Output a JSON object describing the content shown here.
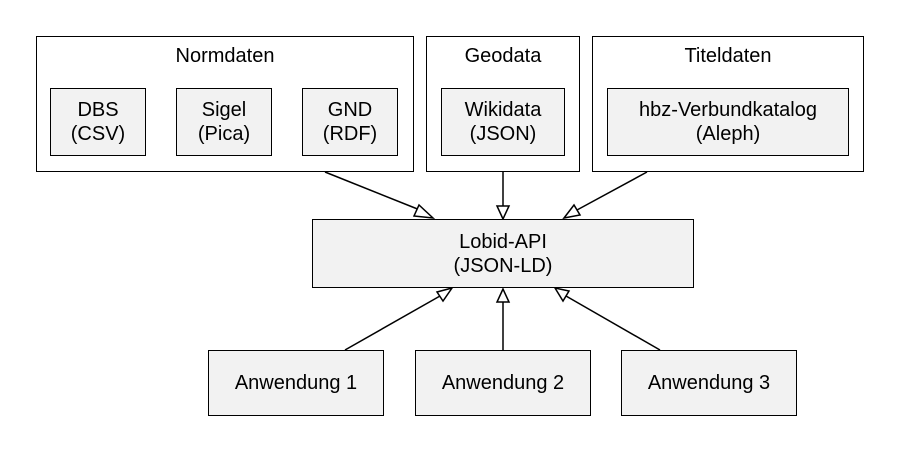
{
  "clusters": {
    "normdaten": "Normdaten",
    "geodata": "Geodata",
    "titeldaten": "Titeldaten"
  },
  "sources": {
    "dbs": {
      "name": "DBS",
      "format": "(CSV)"
    },
    "sigel": {
      "name": "Sigel",
      "format": "(Pica)"
    },
    "gnd": {
      "name": "GND",
      "format": "(RDF)"
    },
    "wikidata": {
      "name": "Wikidata",
      "format": "(JSON)"
    },
    "hbz": {
      "name": "hbz-Verbundkatalog",
      "format": "(Aleph)"
    }
  },
  "api": {
    "name": "Lobid-API",
    "format": "(JSON-LD)"
  },
  "apps": [
    "Anwendung 1",
    "Anwendung 2",
    "Anwendung 3"
  ],
  "colors": {
    "node_fill": "#f2f2f2",
    "stroke": "#000000",
    "background": "#ffffff"
  }
}
